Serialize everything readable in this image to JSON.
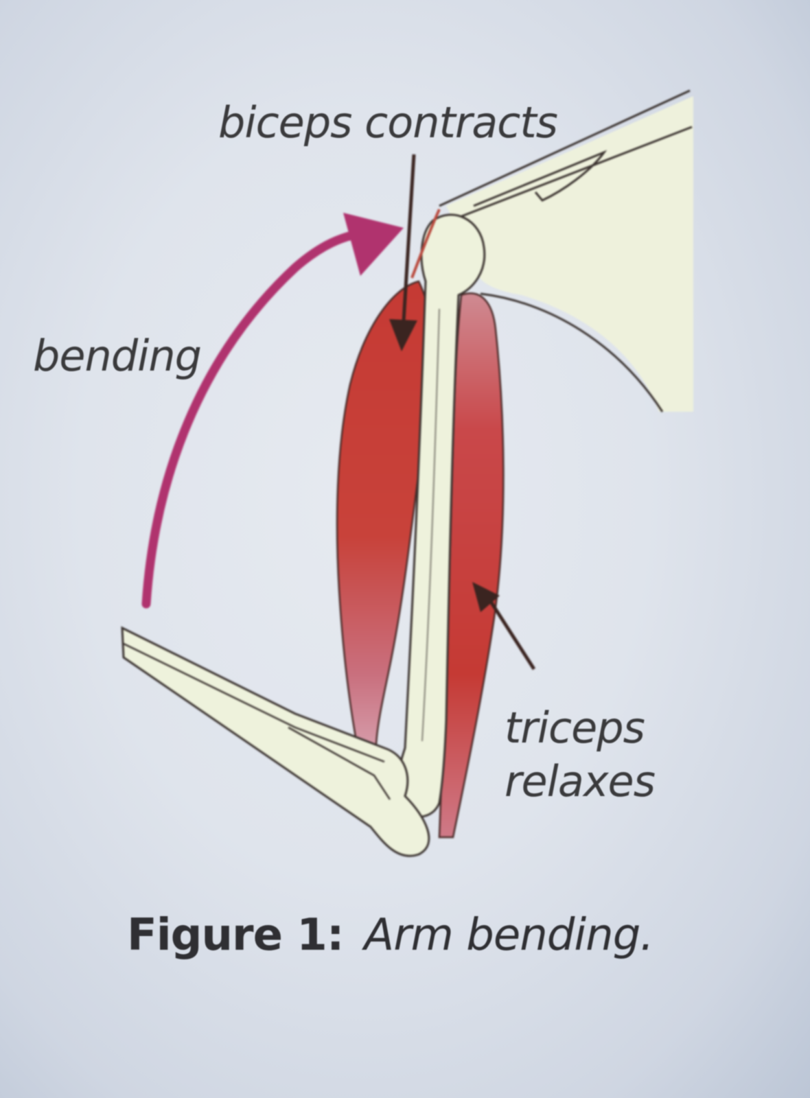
{
  "labels": {
    "biceps": "biceps contracts",
    "bending": "bending",
    "triceps_line1": "triceps",
    "triceps_line2": "relaxes"
  },
  "caption": {
    "number": "Figure 1:",
    "text": "Arm bending."
  },
  "colors": {
    "background": "#dfe4ec",
    "bone": "#eef2dc",
    "muscle": "#c8473e",
    "bending_arrow": "#b0336e",
    "pointer_arrow": "#3a2420",
    "label_text": "#3a3a3c"
  }
}
